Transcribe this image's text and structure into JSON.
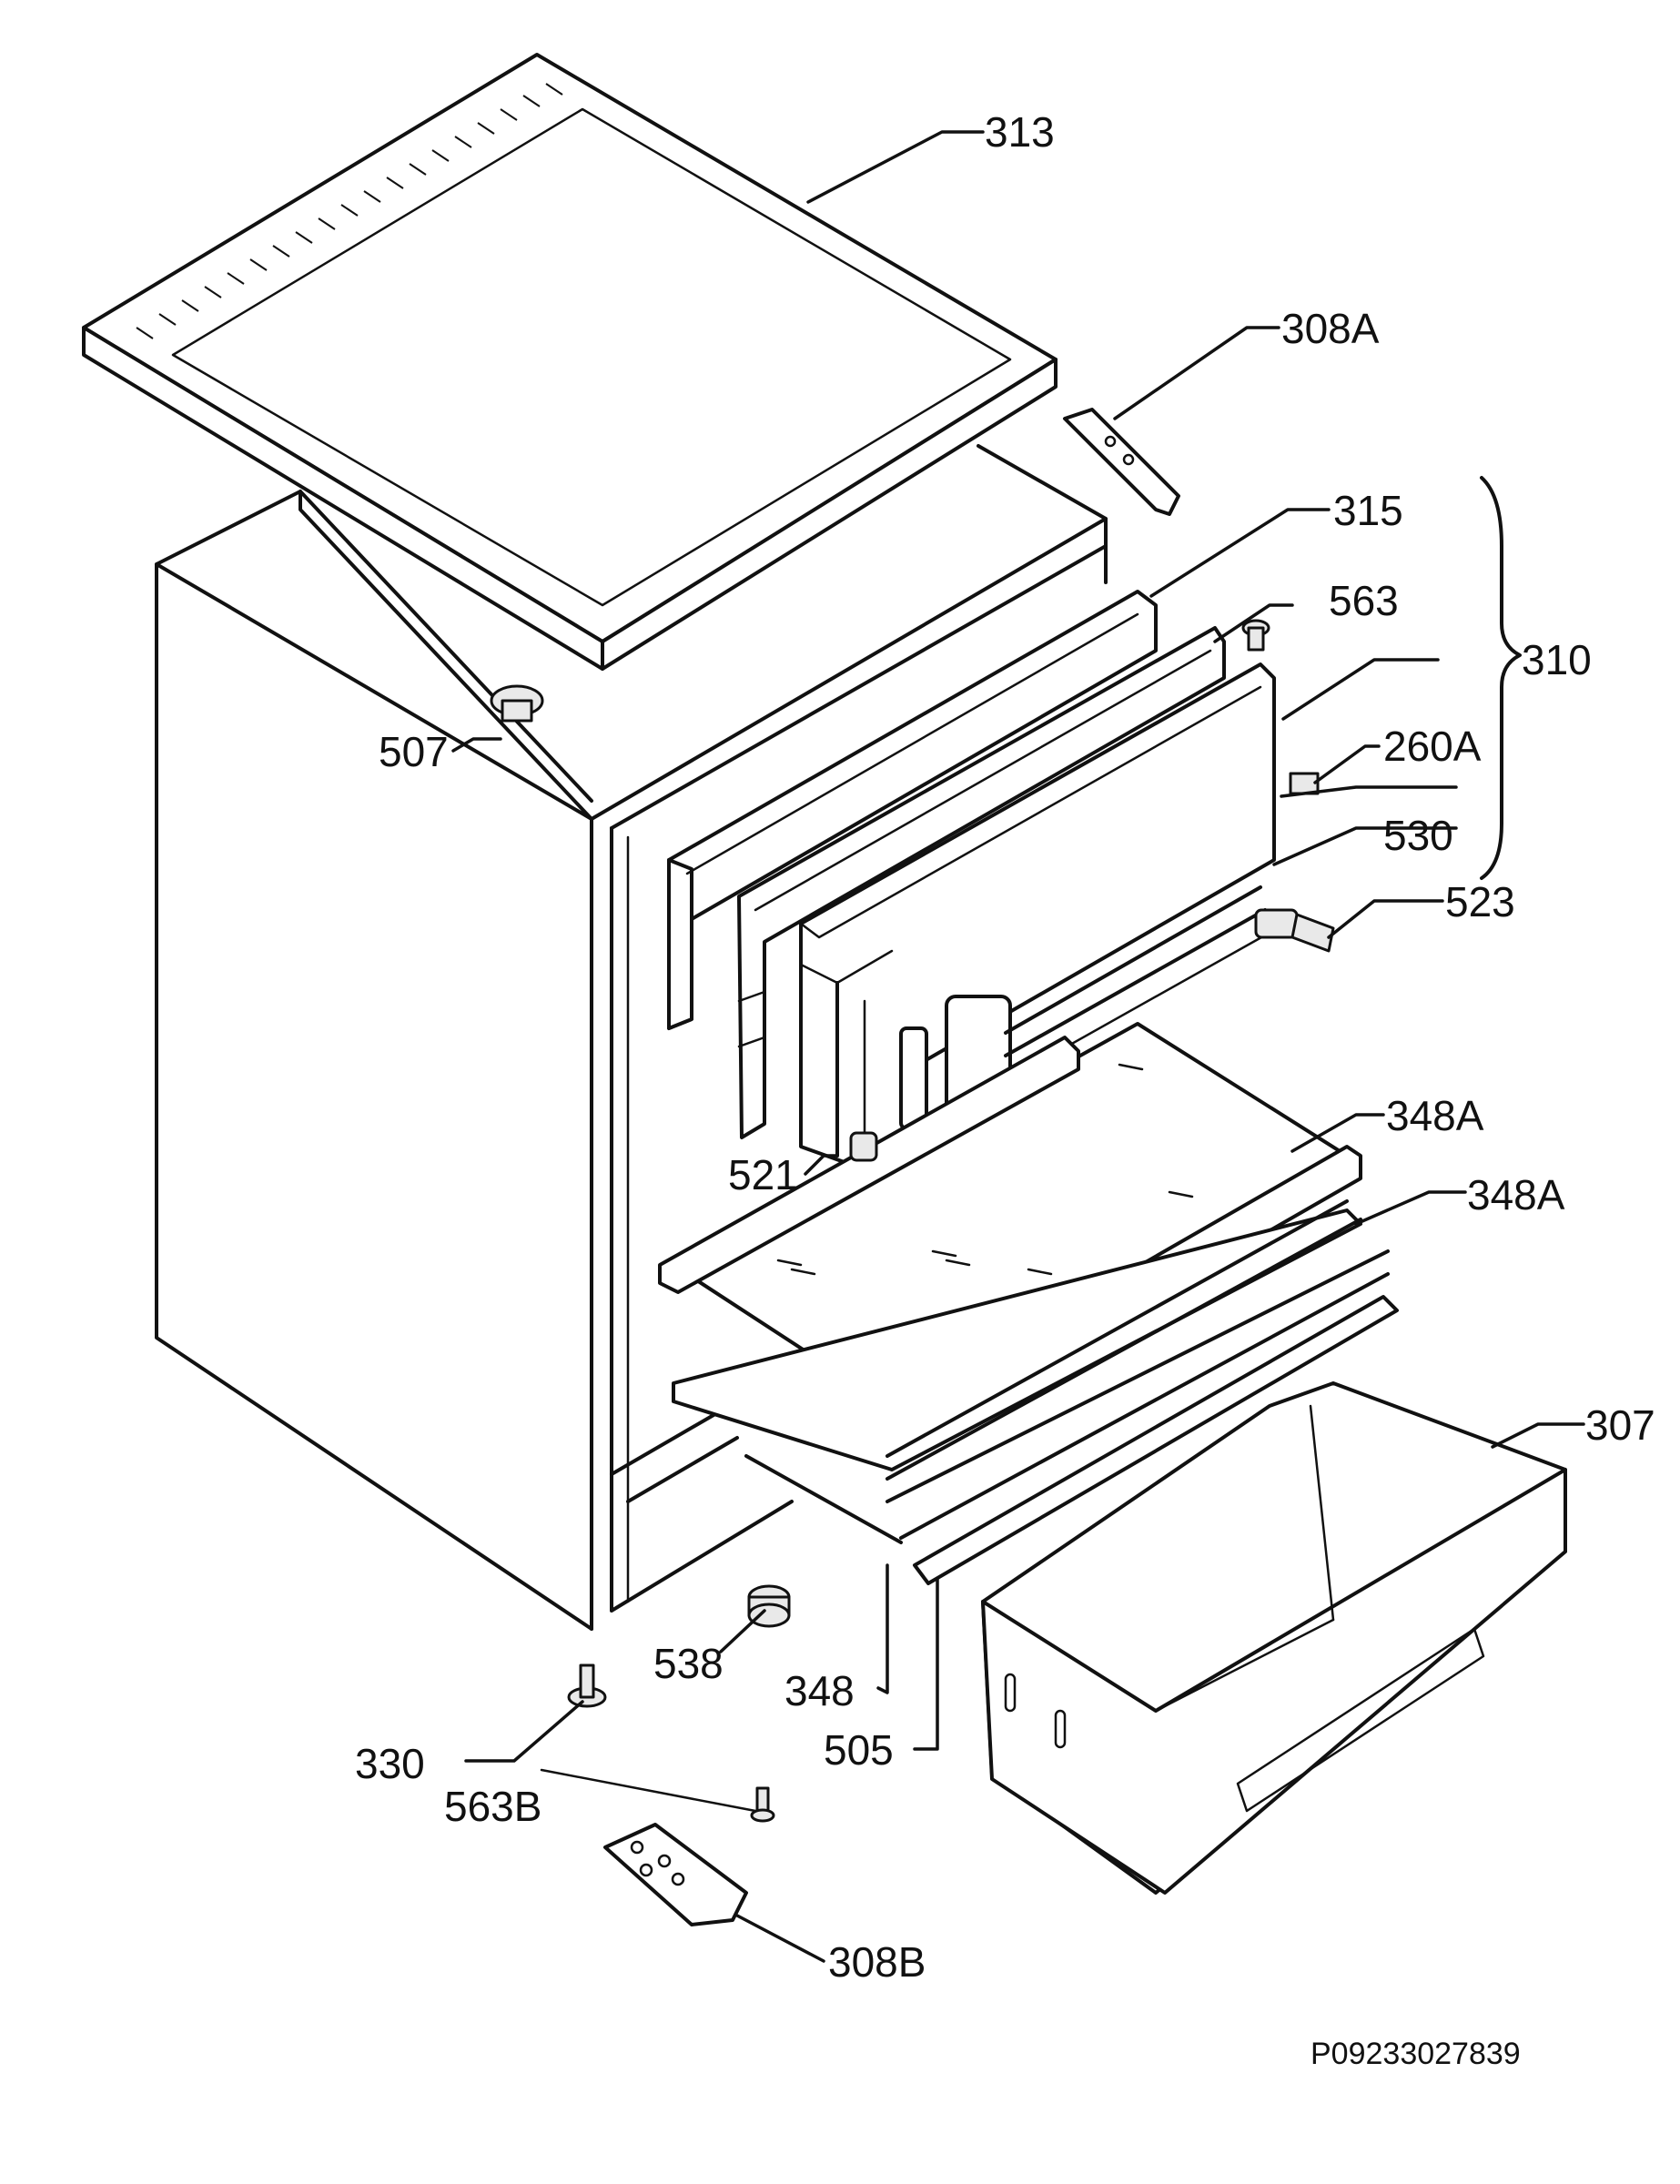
{
  "diagram": {
    "type": "exploded-parts-view",
    "callouts": {
      "c313": "313",
      "c308A": "308A",
      "c315": "315",
      "c563": "563",
      "c310": "310",
      "c260A": "260A",
      "c530": "530",
      "c523": "523",
      "c507": "507",
      "c348A_top": "348A",
      "c348A_mid": "348A",
      "c521": "521",
      "c307": "307",
      "c538": "538",
      "c348": "348",
      "c505": "505",
      "c330": "330",
      "c563B": "563B",
      "c308B": "308B"
    },
    "document_code": "P09233027839"
  }
}
